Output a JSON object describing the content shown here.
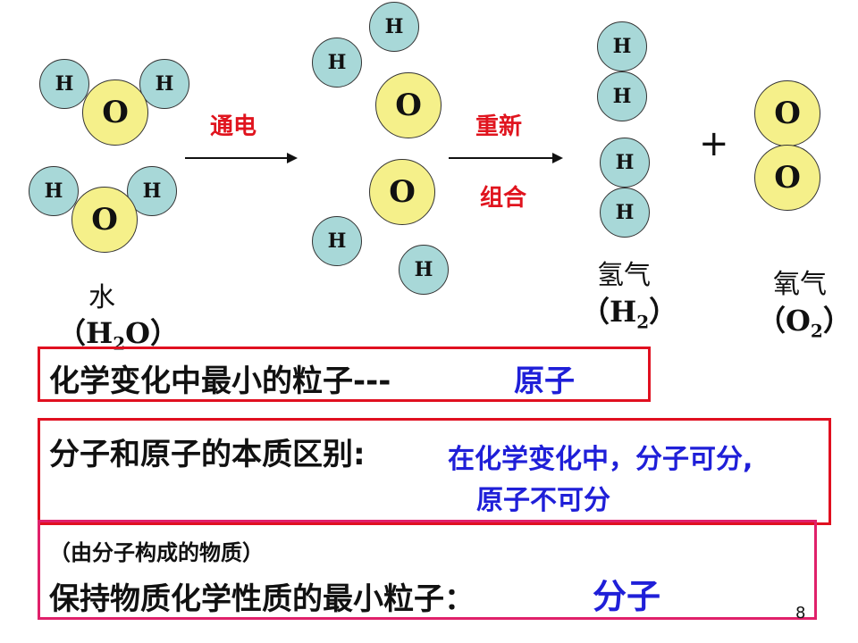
{
  "atom_labels": {
    "h": "H",
    "o": "O"
  },
  "process": {
    "step1_label": "通电",
    "step2_label_line1": "重新",
    "step2_label_line2": "组合",
    "plus_sign": "+"
  },
  "substances": {
    "water": {
      "name": "水",
      "paren_open": "（",
      "formula_base": "H",
      "formula_sub": "2",
      "formula_rest": "O",
      "paren_close": "）"
    },
    "hydrogen": {
      "name": "氢气",
      "paren_open": "（",
      "formula_base": "H",
      "formula_sub": "2",
      "paren_close": "）"
    },
    "oxygen": {
      "name": "氧气",
      "paren_open": "（",
      "formula_base": "O",
      "formula_sub": "2",
      "paren_close": "）"
    }
  },
  "box1": {
    "question": "化学变化中最小的粒子---",
    "answer": "原子"
  },
  "box2": {
    "question": "分子和原子的本质区别:",
    "answer_line1": "在化学变化中，分子可分,",
    "answer_line2": "原子不可分"
  },
  "box3": {
    "note": "（由分子构成的物质）",
    "question": "保持物质化学性质的最小粒子：",
    "answer": "分子"
  },
  "page_number": "8",
  "colors": {
    "hydrogen_atom": "#a8d8d8",
    "oxygen_atom": "#f5f08a",
    "red_text": "#e0141e",
    "blue_text": "#1f1fd8",
    "box_border_red": "#e01020",
    "box_border_magenta": "#e0206a"
  }
}
